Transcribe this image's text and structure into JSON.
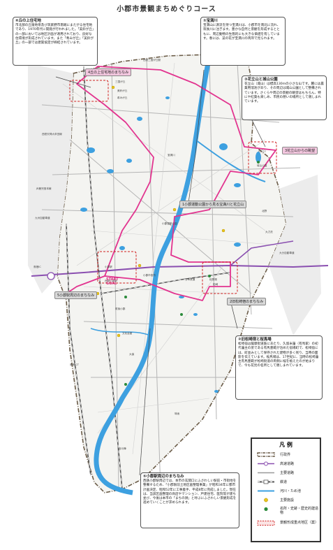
{
  "title": "小郡市景観まちめぐりコース",
  "callouts": [
    {
      "name": "callout-hill-housing",
      "heading": "④丘の上住宅地",
      "body": "市北部の丘陵地帯及び筑紫野市南端にまたがる住宅地であり、1970年代に開発が行われました。「美鈴が丘」の一部においては地区計画が適用されており、良好な住環境が形成されています。また「希みが丘」「美鈴が丘」の一部では建築協定が締結されています。"
    },
    {
      "name": "callout-homangawa",
      "heading": "①宝満川",
      "body": "宝満山に源流を持つ宝満川は、小郡市を南北に流れ、筑後川に注ぎます。豊かな自然と景観を形成するとともに、周辺動物の生態的にも大きな価値を有しています。春には、菜の花が宝満川の両岸で見られます。"
    },
    {
      "name": "callout-hanatate",
      "heading": "③花立山と城山公園",
      "body": "花立山（城山）は標高130mの小さな山です。麓には農業用溜池があり、その周辺は城山公園として整備されています。さくらや周辺の景観の眺望はもちろん、特にや紅葉も楽しめ、市民の憩いの場所として親しまれています。"
    },
    {
      "name": "callout-matsuzaki",
      "heading": "②旧松崎宿と桜馬場",
      "body": "松崎宿は薩摩街道筋にあたり、久留米藩（有馬家）の初代藩主の弟である有馬豊範が治めた宿場町で、松崎宿には、町並みとして保存された建物が多く残り、当時の面影を伝えています。桜馬場は、17世紀に、当時の松崎藩主有馬豊範が松崎街道の両側に桜を植えたのが始まりで、今も花見の名所として親しまれています。"
    },
    {
      "name": "callout-station",
      "heading": "⑤小郡駅周辺のまちなみ",
      "body": "西鉄小郡駅周辺では、本市の玄関口にふさわしい駅前・市街地を整備するため、「小郡駅前土地区画整理事業」が昭和34年に都市計画決定、昭和52年に工事着手、平成8年に完成しました。現在は、当該区画整理の商店やマンション、戸建住宅、医院等が建ち並び、今後は本市の「まちの顔」と呼ぶにふさわしい景観形成を進めていくことが求められます。"
    }
  ],
  "map_tags": [
    {
      "name": "tag-hill-housing",
      "text": "4丘の上住宅地のまちなみ",
      "style": "pink"
    },
    {
      "name": "tag-hanatate",
      "text": "3花立山からの眺望",
      "style": "pink"
    },
    {
      "name": "tag-bridge-view",
      "text": "1小郡運動公園から見る宝満川と花立山",
      "style": "gray"
    },
    {
      "name": "tag-station",
      "text": "5小郡駅周辺のまちなみ",
      "style": "gray"
    },
    {
      "name": "tag-matsuzaki",
      "text": "2旧松崎宿のまちなみ",
      "style": "gray"
    }
  ],
  "place_labels": [
    {
      "name": "label-nishitetsu-mikuni",
      "text": "西鉄三国が丘駅"
    },
    {
      "name": "label-mikuni",
      "text": "三国が丘"
    },
    {
      "name": "label-misuzu",
      "text": "美鈴が丘"
    },
    {
      "name": "label-kibou",
      "text": "希みが丘"
    },
    {
      "name": "label-nishitetsu-line",
      "text": "西鉄天神大牟田線"
    },
    {
      "name": "label-hanatate",
      "text": "花立山"
    },
    {
      "name": "label-shiroyama",
      "text": "城山公園"
    },
    {
      "name": "label-undokoen",
      "text": "小郡運動公園"
    },
    {
      "name": "label-ogori-ic",
      "text": "鳥栖IC"
    },
    {
      "name": "label-ogori-station",
      "text": "小郡駅"
    },
    {
      "name": "label-city-hall",
      "text": "小郡市役所"
    },
    {
      "name": "label-jr",
      "text": "JR鹿児島本線"
    },
    {
      "name": "label-kyushu-expy",
      "text": "九州自動車道"
    },
    {
      "name": "label-oita-expy",
      "text": "大分自動車道"
    },
    {
      "name": "label-matsuzaki",
      "text": "松崎"
    },
    {
      "name": "label-sakura-baba",
      "text": "桜馬場"
    },
    {
      "name": "label-homangawa",
      "text": "宝満川"
    },
    {
      "name": "label-tosu",
      "text": "鳥栖JCT"
    },
    {
      "name": "label-amagi",
      "text": "甘木鉄道"
    },
    {
      "name": "label-nishitetsu-ogori",
      "text": "西鉄小郡駅"
    },
    {
      "name": "label-bunka",
      "text": "文化会館"
    },
    {
      "name": "label-oi",
      "text": "大保"
    },
    {
      "name": "label-chikugo",
      "text": "筑後小郡"
    },
    {
      "name": "label-kitano",
      "text": "北野"
    },
    {
      "name": "label-tachiarai",
      "text": "大刀洗"
    },
    {
      "name": "label-miyanojin",
      "text": "宮の陣"
    },
    {
      "name": "label-ajimano",
      "text": "味坂"
    }
  ],
  "start_goal": {
    "start": "START",
    "goal": "GOAL"
  },
  "legend": {
    "title": "凡 例",
    "items": [
      {
        "name": "legend-boundary",
        "label": "行政界",
        "symbol": "boundary"
      },
      {
        "name": "legend-expressway",
        "label": "高速道路",
        "symbol": "expressway"
      },
      {
        "name": "legend-main-road",
        "label": "主要道路",
        "symbol": "mainroad"
      },
      {
        "name": "legend-railway",
        "label": "鉄道",
        "symbol": "railway"
      },
      {
        "name": "legend-river",
        "label": "河川・ため池",
        "symbol": "river"
      },
      {
        "name": "legend-facility",
        "label": "主要施設",
        "symbol": "facility"
      },
      {
        "name": "legend-historic",
        "label": "名所・史跡・歴史的建造物",
        "symbol": "historic"
      },
      {
        "name": "legend-scenic-zone",
        "label": "景観形成重点地区（案）",
        "symbol": "scenic"
      }
    ]
  },
  "colors": {
    "river": "#3da0e0",
    "route": "#e2348f",
    "boundary": "#6b5c48",
    "expressway": "#8a4fb0",
    "scenic": "#d02020",
    "facility": "#e8c51c",
    "historic": "#2a8a3a"
  }
}
